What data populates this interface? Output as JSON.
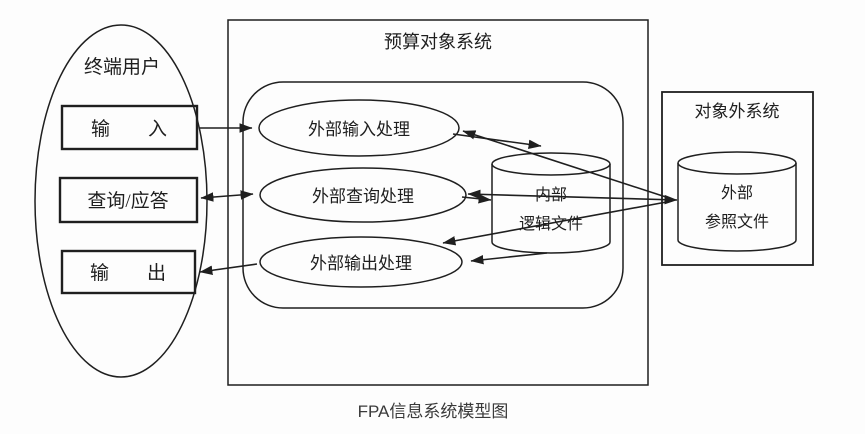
{
  "caption": "FPA信息系统模型图",
  "terminal_user": {
    "label": "终端用户",
    "boxes": {
      "input": "输　　入",
      "query": "查询/应答",
      "output": "输　　出"
    }
  },
  "budget_system": {
    "title": "预算对象系统",
    "processes": {
      "ei": "外部输入处理",
      "eq": "外部查询处理",
      "eo": "外部输出处理"
    },
    "ilf": {
      "line1": "内部",
      "line2": "逻辑文件"
    }
  },
  "external_system": {
    "title": "对象外系统",
    "eif": {
      "line1": "外部",
      "line2": "参照文件"
    }
  }
}
